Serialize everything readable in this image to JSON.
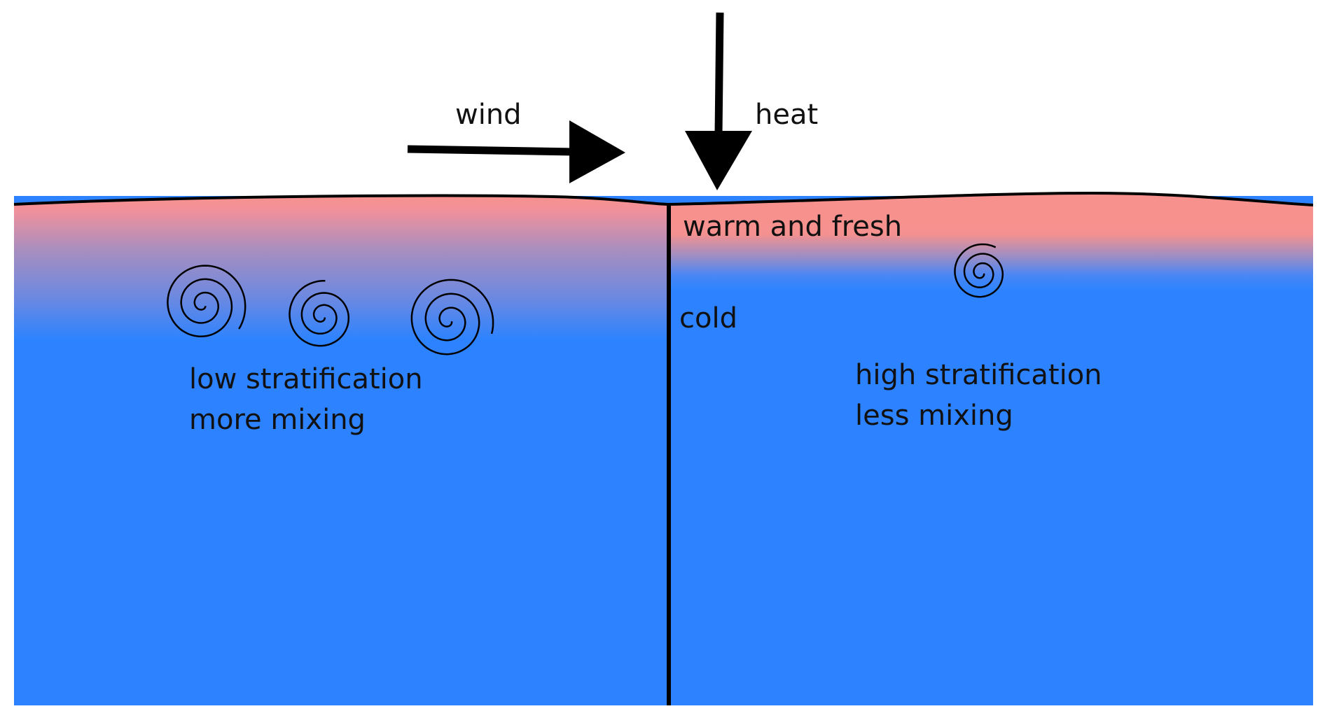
{
  "labels": {
    "wind": "wind",
    "heat": "heat",
    "warm_fresh": "warm and fresh",
    "cold": "cold",
    "left_line1": "low stratification",
    "left_line2": "more mixing",
    "right_line1": "high stratification",
    "right_line2": "less mixing"
  },
  "colors": {
    "warm_layer": "#f7918d",
    "cold_water": "#2d83ff",
    "blend": "#a98dbb",
    "ink": "#000000"
  },
  "icons": {
    "wind_arrow": "arrow-right-icon",
    "heat_arrow": "arrow-down-icon",
    "eddy": "spiral-icon"
  }
}
